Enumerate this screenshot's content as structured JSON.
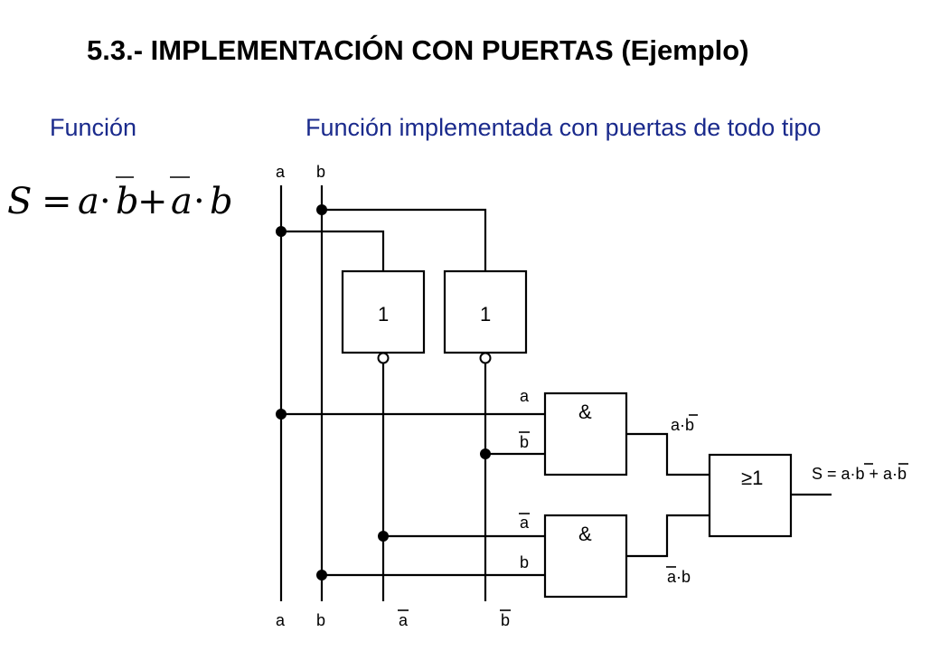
{
  "slide": {
    "title": "5.3.- IMPLEMENTACIÓN CON PUERTAS (Ejemplo)",
    "heading_left": "Función",
    "heading_right": "Función implementada con puertas de todo tipo"
  },
  "formula": {
    "lhs": "S",
    "eq": "=",
    "t1a": "a",
    "dot1": "·",
    "t1b": "b",
    "plus": "+",
    "t2a": "a",
    "dot2": "·",
    "t2b": "b"
  },
  "circuit": {
    "input_a_top": "a",
    "input_b_top": "b",
    "not_gate_1_symbol": "1",
    "not_gate_2_symbol": "1",
    "and_gate_1_symbol": "&",
    "and_gate_2_symbol": "&",
    "or_gate_symbol": "≥1",
    "and1_in_a": "a",
    "and1_in_b": "b",
    "and2_in_a": "a",
    "and2_in_b": "b",
    "and1_out": "a·b",
    "and2_out": "a·b",
    "output": "S = a·b + a·b",
    "bottom_a": "a",
    "bottom_b": "b",
    "bottom_not_a": "a",
    "bottom_not_b": "b"
  }
}
